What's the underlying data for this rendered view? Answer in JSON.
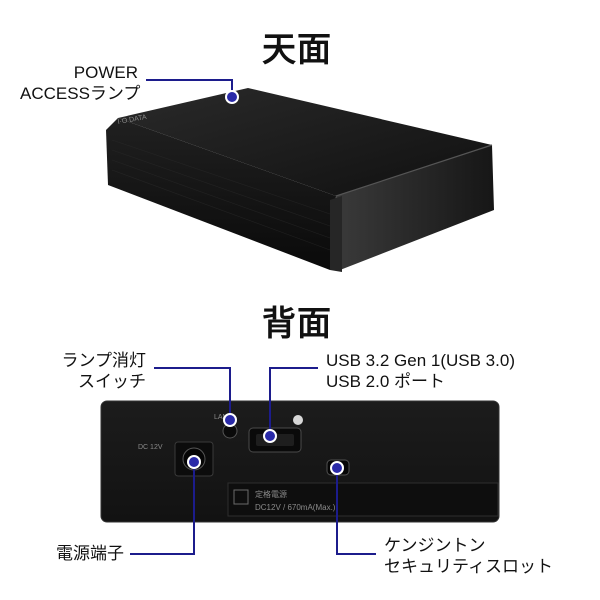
{
  "headings": {
    "top": "天面",
    "back": "背面"
  },
  "callouts": {
    "power_line1": "POWER",
    "power_line2": "ACCESSランプ",
    "lamp_switch_line1": "ランプ消灯",
    "lamp_switch_line2": "スイッチ",
    "usb_line1": "USB 3.2 Gen 1(USB 3.0)",
    "usb_line2": "USB 2.0 ポート",
    "power_jack": "電源端子",
    "kensington_line1": "ケンジントン",
    "kensington_line2": "セキュリティスロット"
  },
  "device_print": {
    "brand": "I·O DATA",
    "dc_label": "DC 12V",
    "lamp_label": "LAMP",
    "rating_line1": "定格電源",
    "rating_line2": "DC12V / 670mA(Max.)"
  },
  "colors": {
    "callout_line": "#1c1c8c",
    "callout_dot": "#2a2aa8",
    "device_body": "#151515"
  }
}
